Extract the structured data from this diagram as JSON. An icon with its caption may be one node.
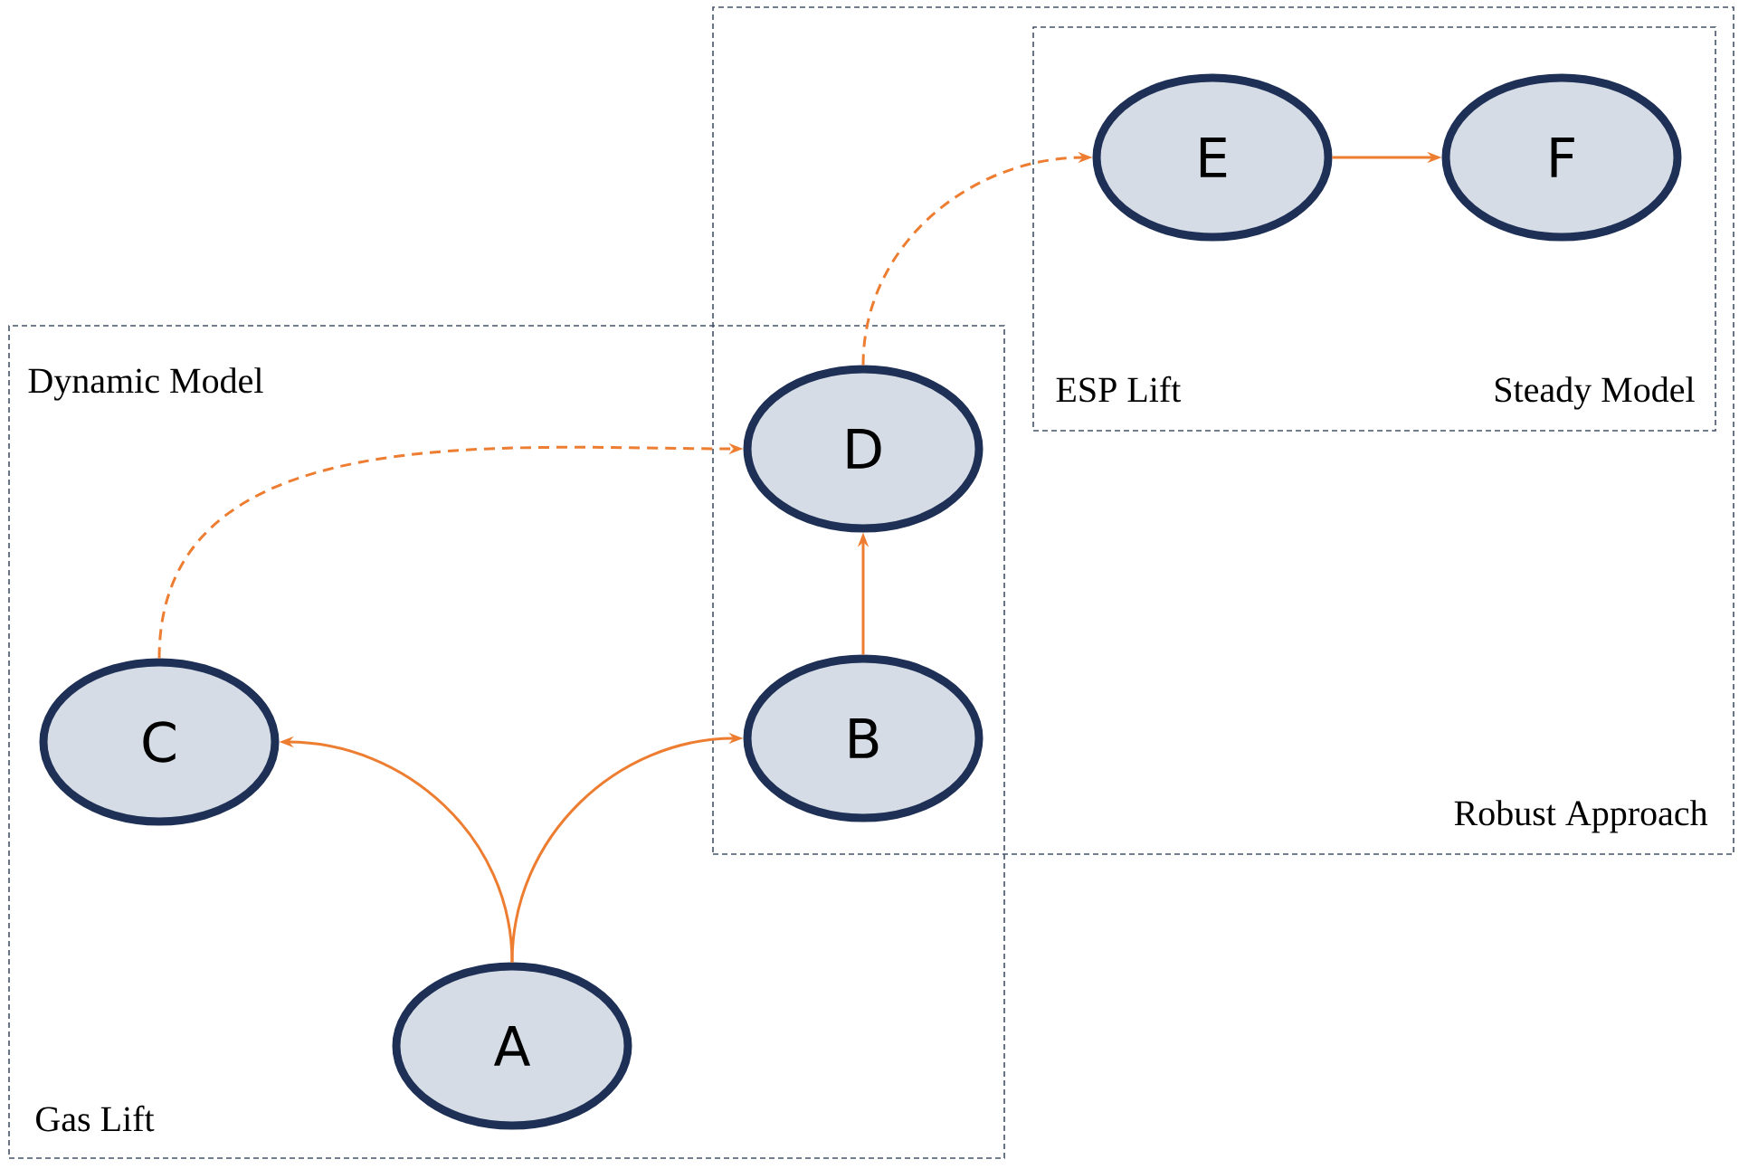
{
  "diagram": {
    "nodes": [
      {
        "text": [
          "Robust Approach"
        ]
      },
      {
        "text": [
          "ESP Lift",
          "Steady Model"
        ],
        "in": 0
      },
      {
        "text": [
          "E"
        ],
        "in": 1
      },
      {
        "text": [
          "F"
        ],
        "in": 1
      },
      {
        "text": [
          "Dynamic Model",
          "Gas Lift"
        ]
      },
      {
        "text": [
          "D"
        ]
      },
      {
        "text": [
          "C"
        ],
        "in": 4
      },
      {
        "text": [
          "B"
        ]
      },
      {
        "text": [
          "A"
        ],
        "in": 4
      }
    ],
    "edges": [
      {
        "from": 8,
        "to": 6,
        "arrow": "to"
      },
      {
        "from": 8,
        "to": 7,
        "arrow": "to"
      },
      {
        "from": 7,
        "to": 5,
        "arrow": "to"
      },
      {
        "from": 6,
        "to": 5,
        "arrow": "to",
        "style": "dashed"
      },
      {
        "from": 5,
        "to": 2,
        "arrow": "to",
        "style": "dashed"
      },
      {
        "from": 2,
        "to": 3,
        "arrow": "to"
      }
    ]
  }
}
